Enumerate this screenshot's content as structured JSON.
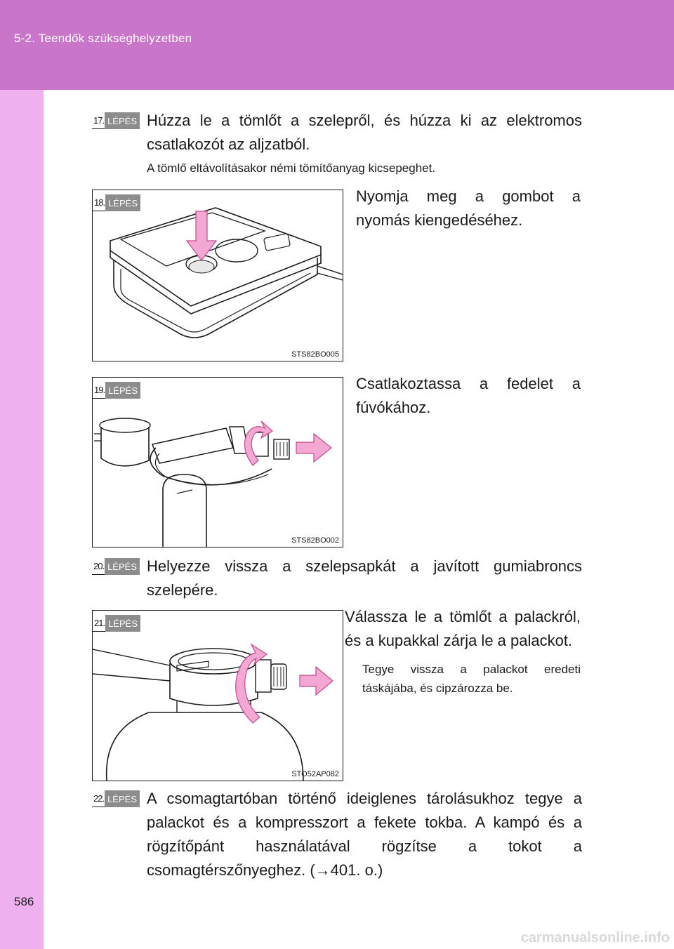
{
  "header": {
    "section_title": "5-2. Teendők szükséghelyzetben"
  },
  "page_number": "586",
  "watermark": "carmanualsonline.info",
  "step_label": "LÉPÉS",
  "steps": [
    {
      "number": "17.",
      "text": "Húzza le a tömlőt a szelepről, és húzza ki az elektromos csatlakozót az aljzatból.",
      "note": "A tömlő eltávolításakor némi tömítőanyag kicsepeghet."
    },
    {
      "number": "18.",
      "text": "Nyomja meg a gombot a nyomás kiengedéséhez.",
      "figure_code": "STS82BO005"
    },
    {
      "number": "19.",
      "text": "Csatlakoztassa a fedelet a fúvókához.",
      "figure_code": "STS82BO002"
    },
    {
      "number": "20.",
      "text": "Helyezze vissza a szelepsapkát a javított gumiabroncs szelepére."
    },
    {
      "number": "21.",
      "text": "Válassza le a tömlőt a palackról, és a kupakkal zárja le a palackot.",
      "note": "Tegye vissza a palackot eredeti táskájába, és cipzározza be.",
      "figure_code": "STO52AP082"
    },
    {
      "number": "22.",
      "text": "A csomagtartóban történő ideiglenes tárolásukhoz tegye a palackot és a kompresszort a fekete tokba. A kampó és a rögzítőpánt használatával rögzítse a tokot a csomagtérszőnyeghez. (→401. o.)"
    }
  ],
  "colors": {
    "header_band": "#c975c9",
    "side_band": "#eeb0ee",
    "arrow_fill": "#f3a8d4",
    "badge_label": "#8c8c8c"
  },
  "icons": [
    "down-arrow-icon",
    "right-arrow-icon",
    "rotation-arrow-icon"
  ]
}
